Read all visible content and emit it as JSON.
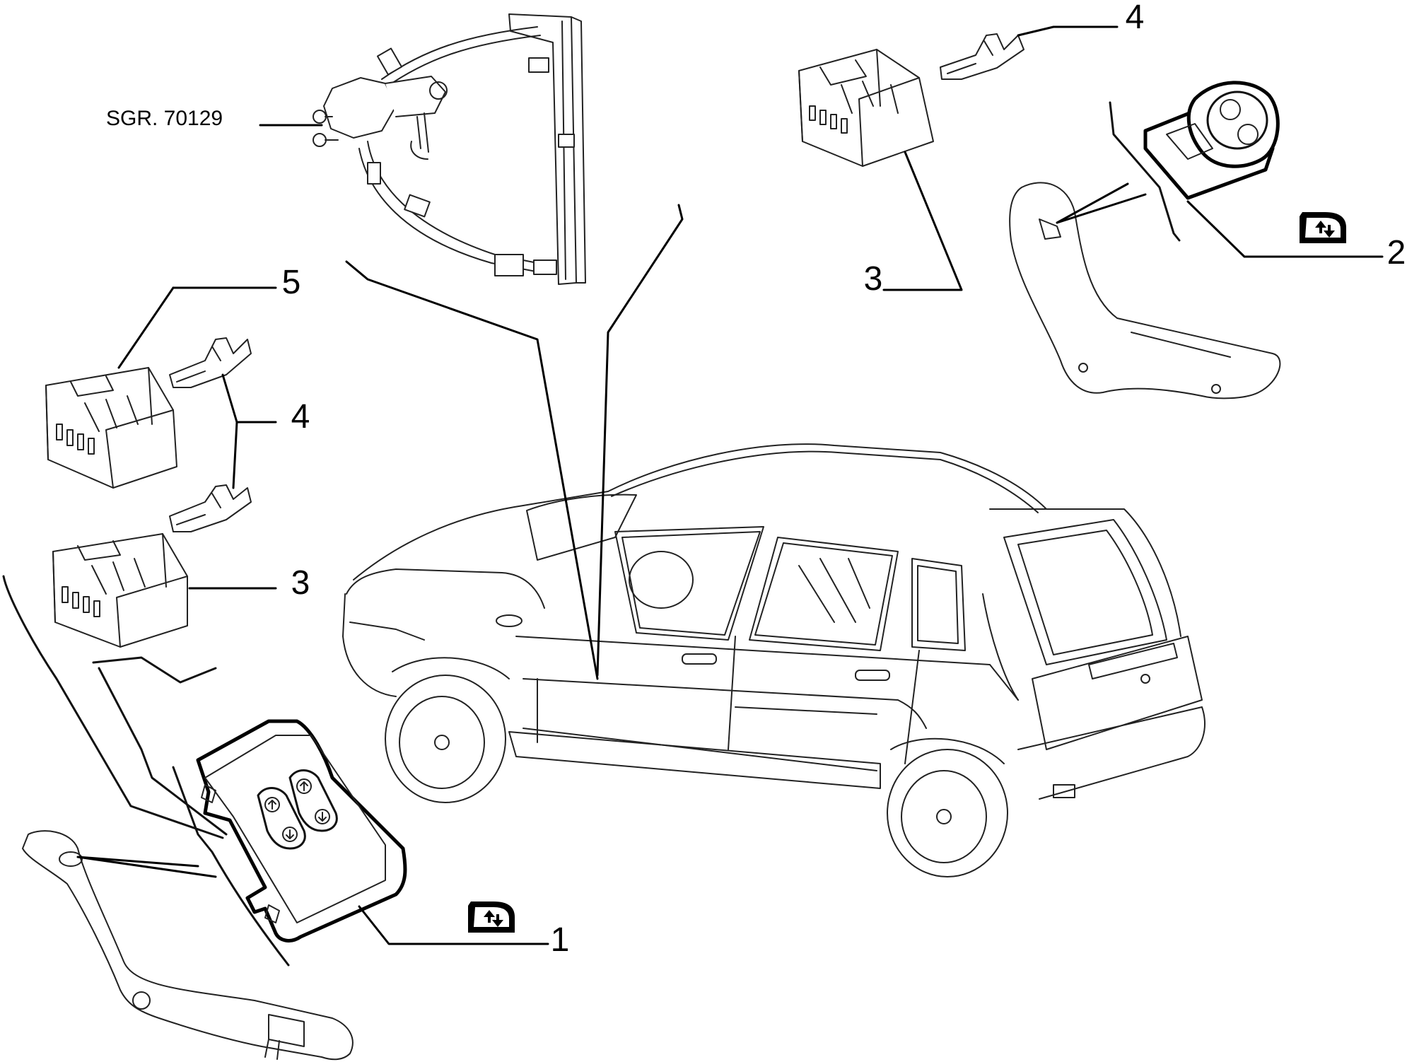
{
  "reference": "SGR. 70129",
  "callouts": {
    "c1": "1",
    "c2": "2",
    "c3_left": "3",
    "c3_right": "3",
    "c4_left": "4",
    "c4_right": "4",
    "c5": "5"
  },
  "icons": {
    "window_symbol": "power-window-icon"
  },
  "colors": {
    "line": "#000000",
    "background": "#ffffff"
  }
}
